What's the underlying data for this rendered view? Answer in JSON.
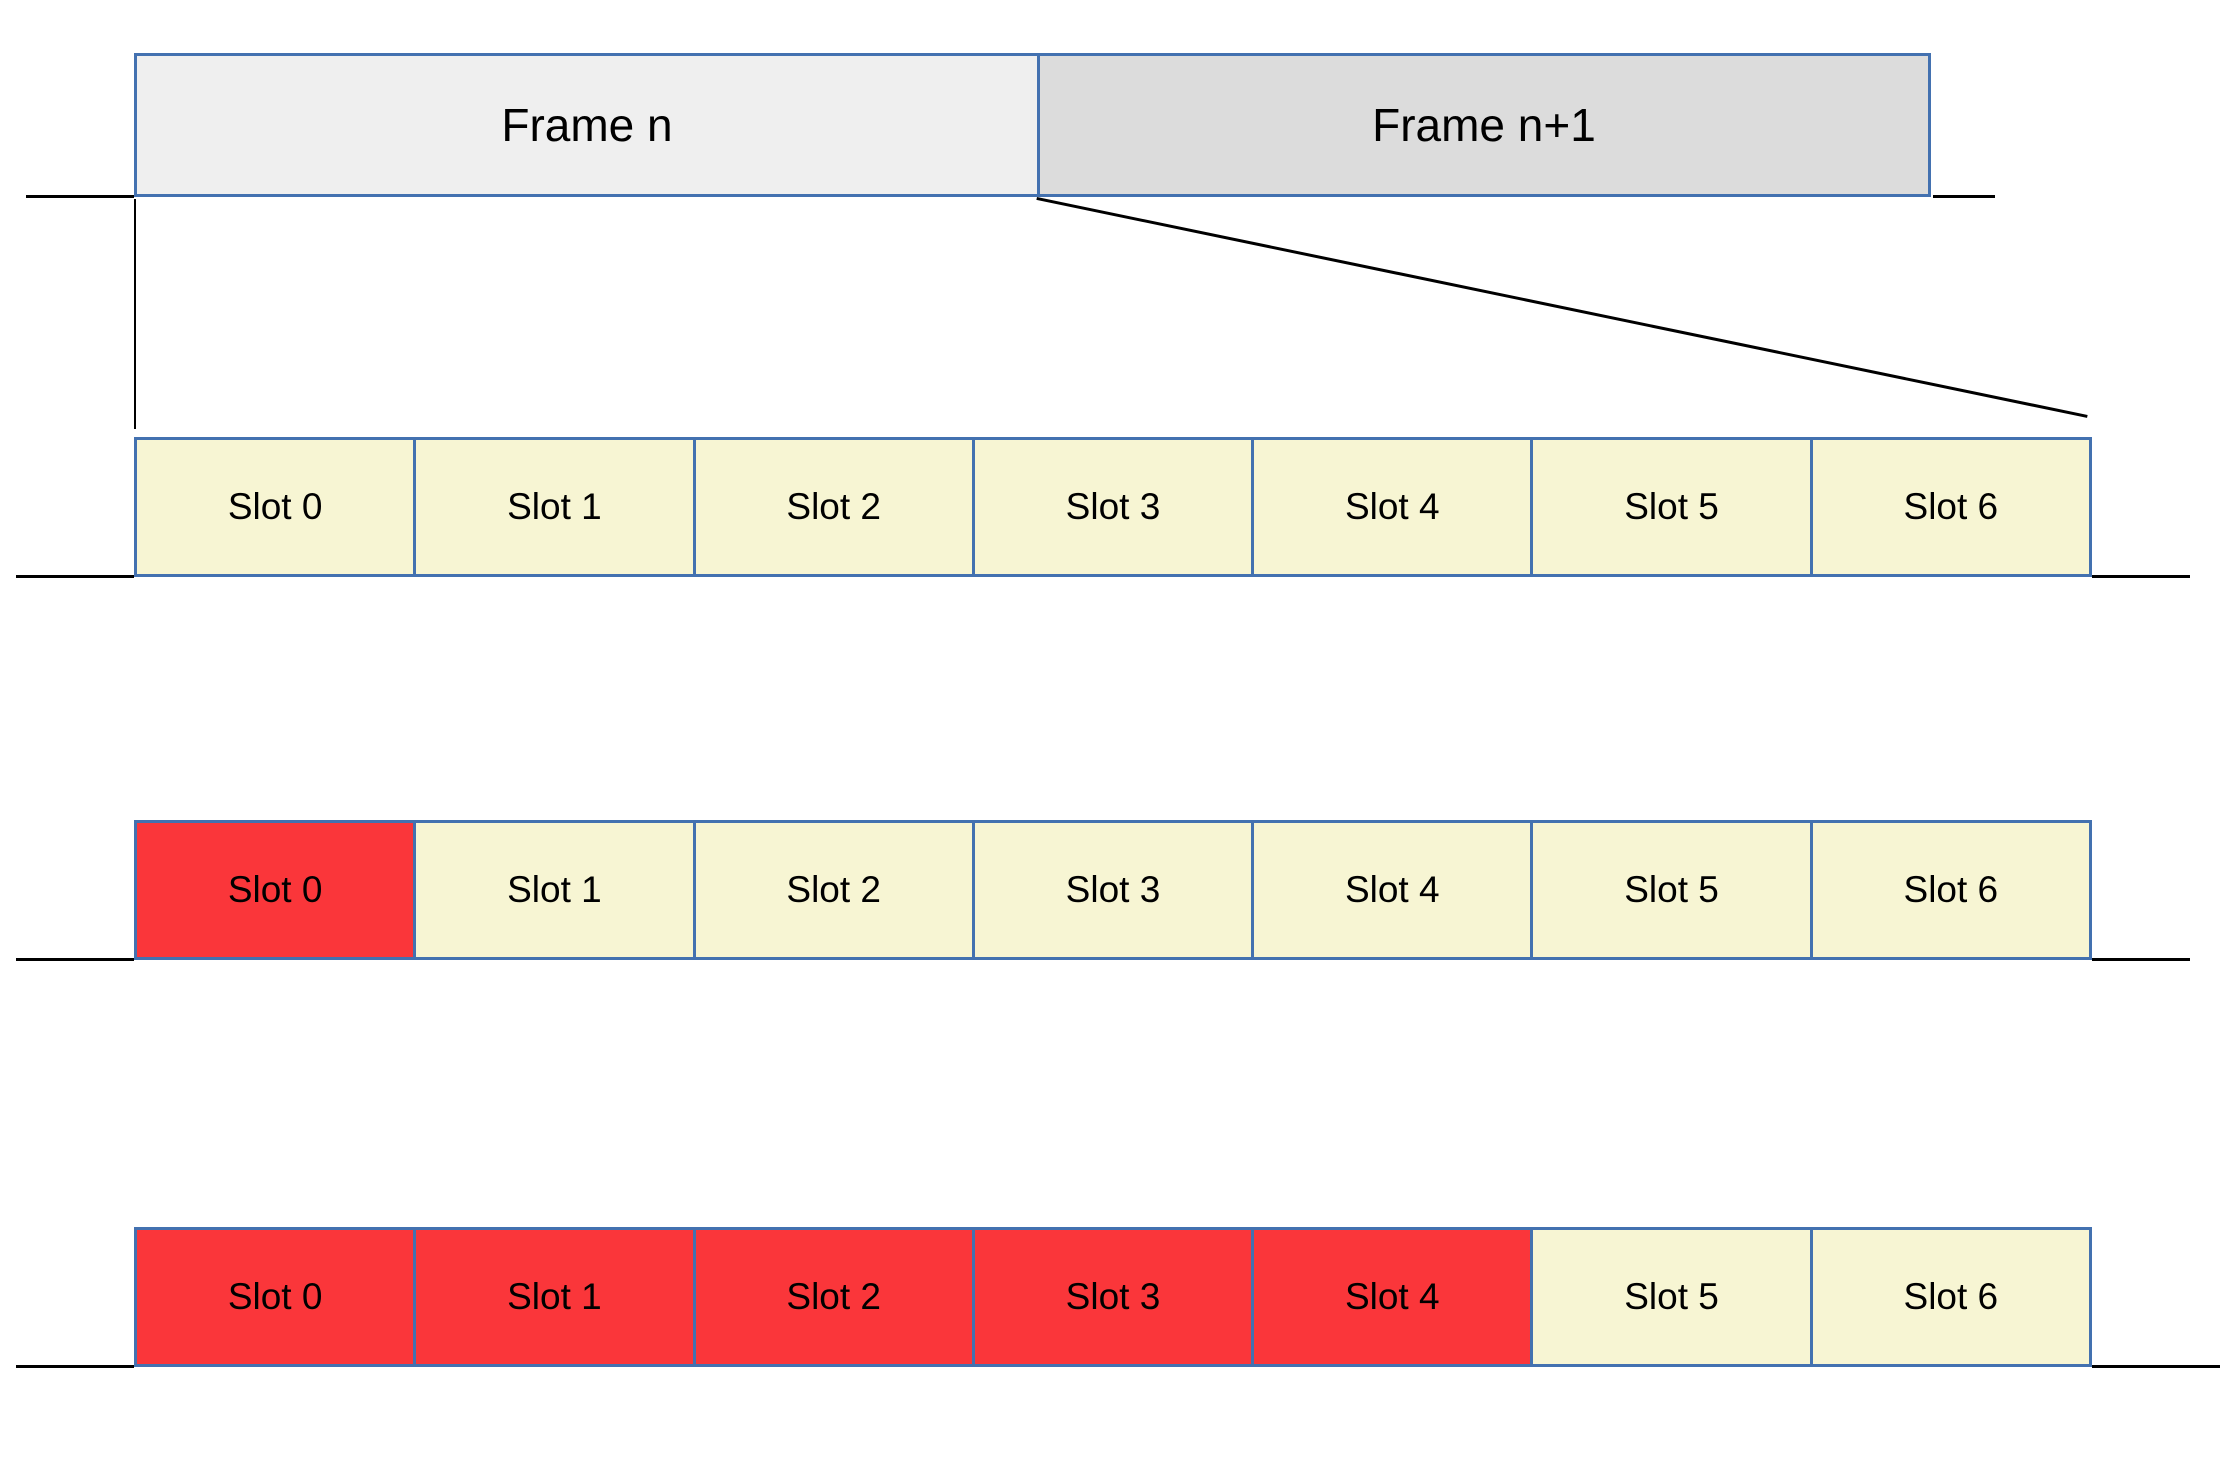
{
  "frames": [
    {
      "label": "Frame n"
    },
    {
      "label": "Frame n+1"
    }
  ],
  "rows": [
    {
      "slots": [
        {
          "label": "Slot 0",
          "highlighted": false
        },
        {
          "label": "Slot 1",
          "highlighted": false
        },
        {
          "label": "Slot 2",
          "highlighted": false
        },
        {
          "label": "Slot 3",
          "highlighted": false
        },
        {
          "label": "Slot 4",
          "highlighted": false
        },
        {
          "label": "Slot 5",
          "highlighted": false
        },
        {
          "label": "Slot 6",
          "highlighted": false
        }
      ]
    },
    {
      "slots": [
        {
          "label": "Slot 0",
          "highlighted": true
        },
        {
          "label": "Slot 1",
          "highlighted": false
        },
        {
          "label": "Slot 2",
          "highlighted": false
        },
        {
          "label": "Slot 3",
          "highlighted": false
        },
        {
          "label": "Slot 4",
          "highlighted": false
        },
        {
          "label": "Slot 5",
          "highlighted": false
        },
        {
          "label": "Slot 6",
          "highlighted": false
        }
      ]
    },
    {
      "slots": [
        {
          "label": "Slot 0",
          "highlighted": true
        },
        {
          "label": "Slot 1",
          "highlighted": true
        },
        {
          "label": "Slot 2",
          "highlighted": true
        },
        {
          "label": "Slot 3",
          "highlighted": true
        },
        {
          "label": "Slot 4",
          "highlighted": true
        },
        {
          "label": "Slot 5",
          "highlighted": false
        },
        {
          "label": "Slot 6",
          "highlighted": false
        }
      ]
    }
  ],
  "colors": {
    "slot_fill": "#f7f5d3",
    "slot_highlight": "#fa363a",
    "box_border": "#4371b0",
    "frame_n_fill": "#efefef",
    "frame_n_plus_1_fill": "#dcdcdc",
    "line": "#000000"
  }
}
